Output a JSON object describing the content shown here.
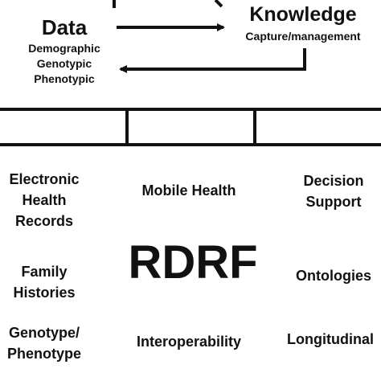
{
  "top": {
    "data_title": "Data",
    "data_items": [
      "Demographic",
      "Genotypic",
      "Phenotypic"
    ],
    "knowledge_title": "Knowledge",
    "knowledge_subtitle": "Capture/management"
  },
  "center_title": "RDRF",
  "grid": {
    "left": [
      [
        "Electronic",
        "Health",
        "Records"
      ],
      [
        "Family",
        "Histories"
      ],
      [
        "Genotype/",
        "Phenotype"
      ]
    ],
    "middle": [
      [
        "Mobile Health"
      ],
      [
        "Interoperability"
      ]
    ],
    "right": [
      [
        "Decision",
        "Support"
      ],
      [
        "Ontologies"
      ],
      [
        "Longitudinal"
      ]
    ]
  }
}
